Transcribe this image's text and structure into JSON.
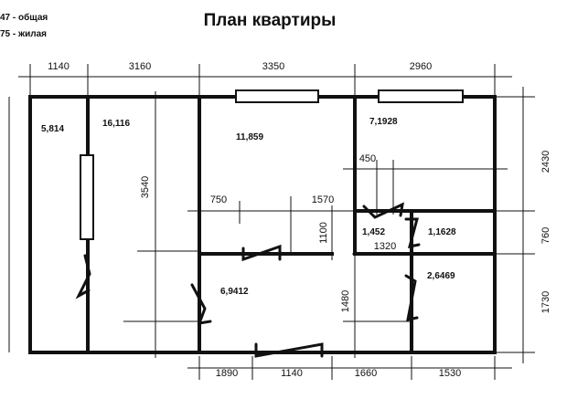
{
  "header": {
    "title": "План квартиры",
    "total_area": "47  - общая",
    "living_area": "75 - жилая"
  },
  "dimensions": {
    "top": [
      "1140",
      "3160",
      "3350",
      "2960"
    ],
    "bottom": [
      "1890",
      "1140",
      "1660",
      "1530"
    ],
    "right": [
      "2430",
      "760",
      "1730"
    ],
    "inner_3540": "3540",
    "inner_750": "750",
    "inner_1570": "1570",
    "inner_450": "450",
    "inner_1100": "1100",
    "inner_1320": "1320",
    "inner_1480": "1480"
  },
  "rooms": {
    "r1": "5,814",
    "r2": "16,116",
    "r3": "11,859",
    "r4": "7,1928",
    "r5": "1,452",
    "r6": "1,1628",
    "r7": "6,9412",
    "r8": "2,6469"
  }
}
